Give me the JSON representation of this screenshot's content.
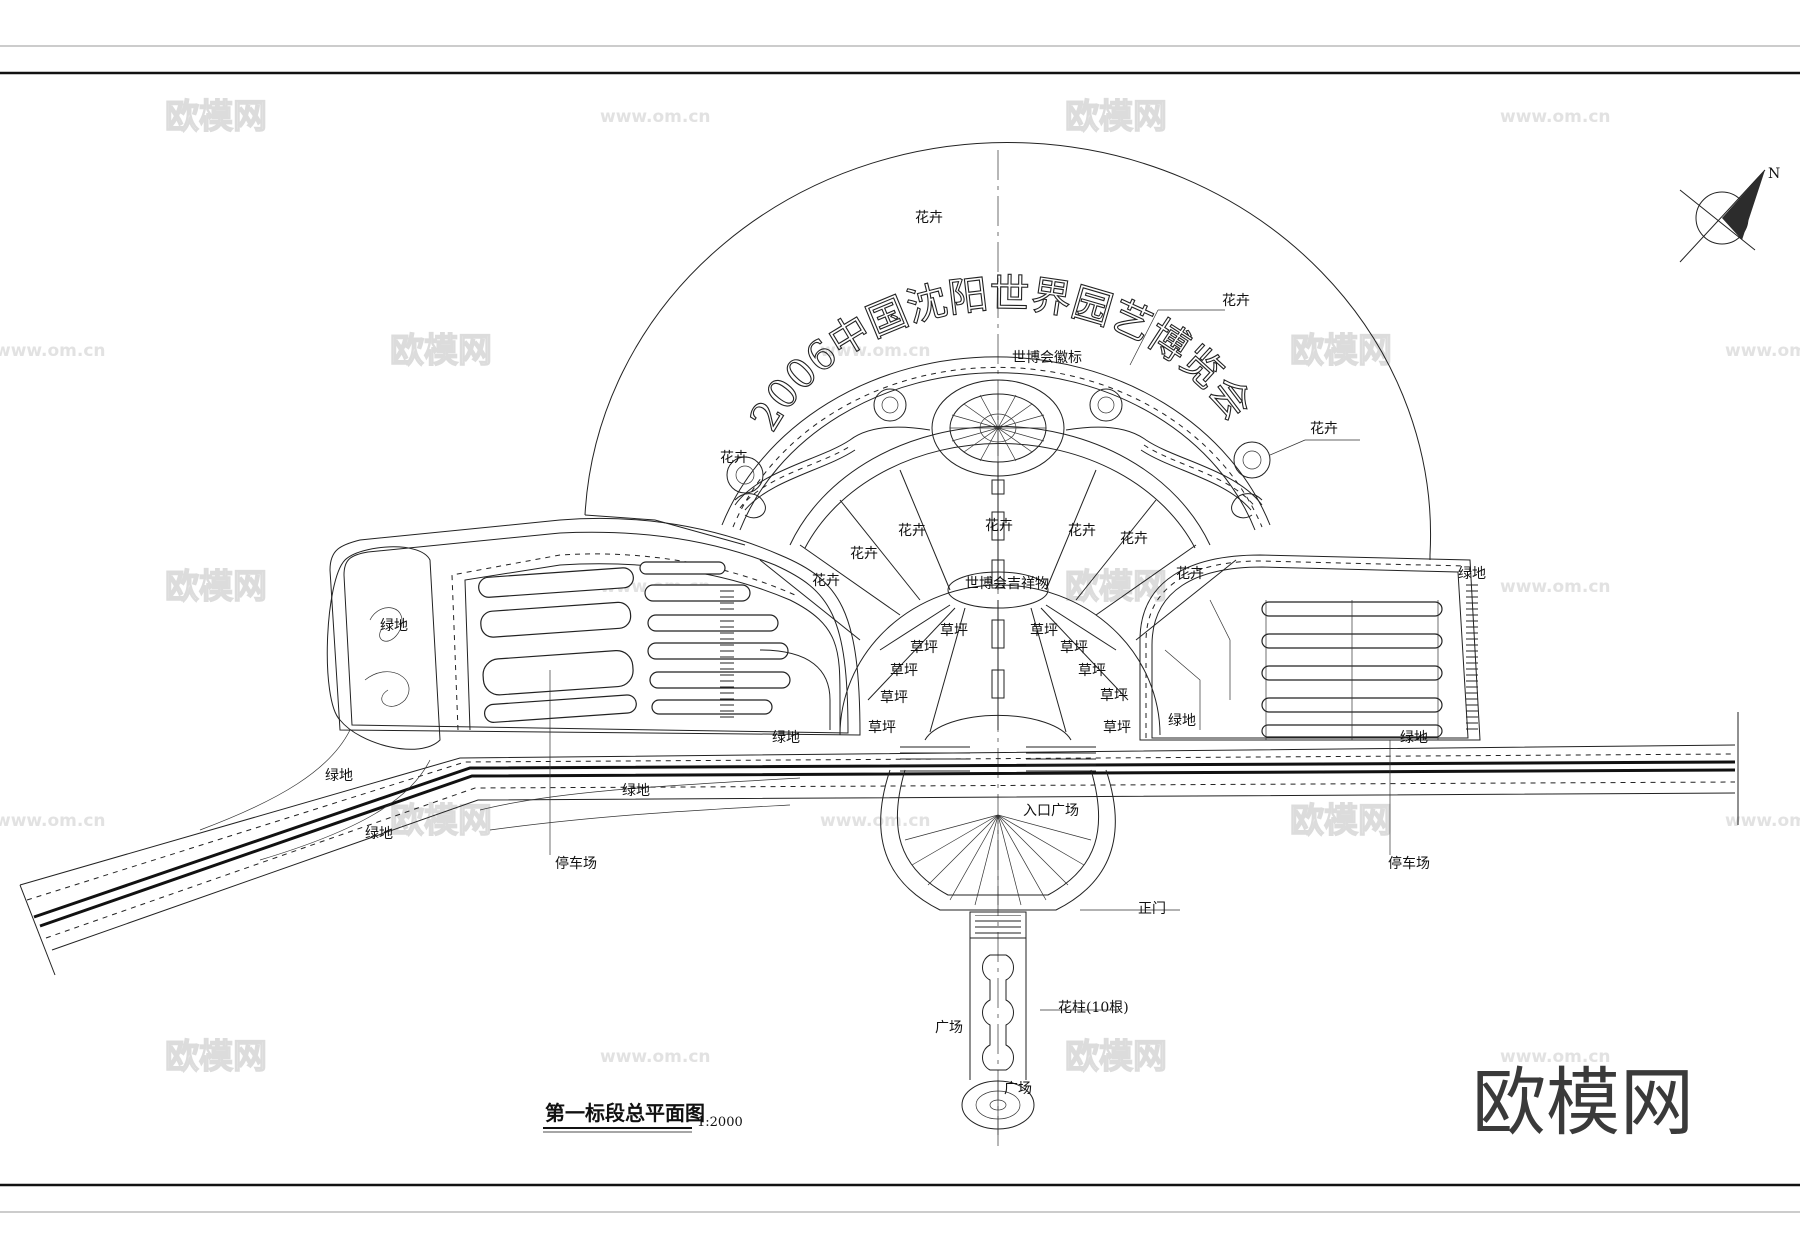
{
  "drawing": {
    "title": "第一标段总平面图",
    "scale": "1:2000",
    "banner_text": "2006中国沈阳世界园艺博览会",
    "north_label": "N"
  },
  "labels": {
    "flowers": "花卉",
    "logo_label": "世博会徽标",
    "mascot_label": "世博会吉祥物",
    "lawn": "草坪",
    "green": "绿地",
    "parking": "停车场",
    "entrance_plaza": "入口广场",
    "main_gate": "正门",
    "flower_columns": "花柱(10根)",
    "plaza": "广场"
  },
  "watermark": {
    "brand": "欧模网",
    "url": "www.om.cn"
  },
  "colors": {
    "line": "#222222",
    "watermark": "#dcdcdc",
    "logo": "#3a3a3a"
  }
}
